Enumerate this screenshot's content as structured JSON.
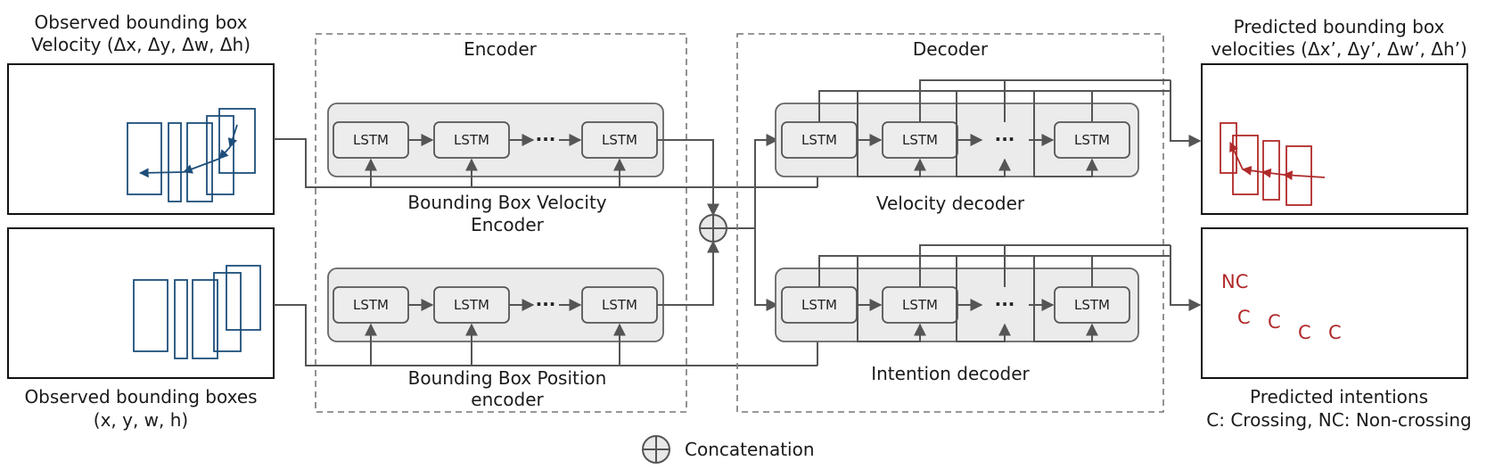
{
  "labels": {
    "observed_velocity_line1": "Observed bounding box",
    "observed_velocity_line2": "Velocity (Δx, Δy, Δw, Δh)",
    "observed_boxes_line1": "Observed bounding boxes",
    "observed_boxes_line2": "(x, y, w, h)",
    "encoder_title": "Encoder",
    "decoder_title": "Decoder",
    "velocity_encoder_line1": "Bounding Box Velocity",
    "velocity_encoder_line2": "Encoder",
    "position_encoder_line1": "Bounding Box Position",
    "position_encoder_line2": "encoder",
    "velocity_decoder": "Velocity decoder",
    "intention_decoder": "Intention decoder",
    "predicted_velocity_line1": "Predicted bounding box",
    "predicted_velocity_line2": "velocities (Δx’, Δy’, Δw’, Δh’)",
    "predicted_intentions_line1": "Predicted intentions",
    "predicted_intentions_line2": "C: Crossing, NC: Non-crossing",
    "legend_concat": "Concatenation"
  },
  "cell_label": "LSTM",
  "ellipsis": "···",
  "intention_labels": [
    "NC",
    "C",
    "C",
    "C",
    "C"
  ],
  "colors": {
    "observed": "#1d4e7a",
    "predicted": "#b02a2a",
    "wire": "#555555"
  }
}
